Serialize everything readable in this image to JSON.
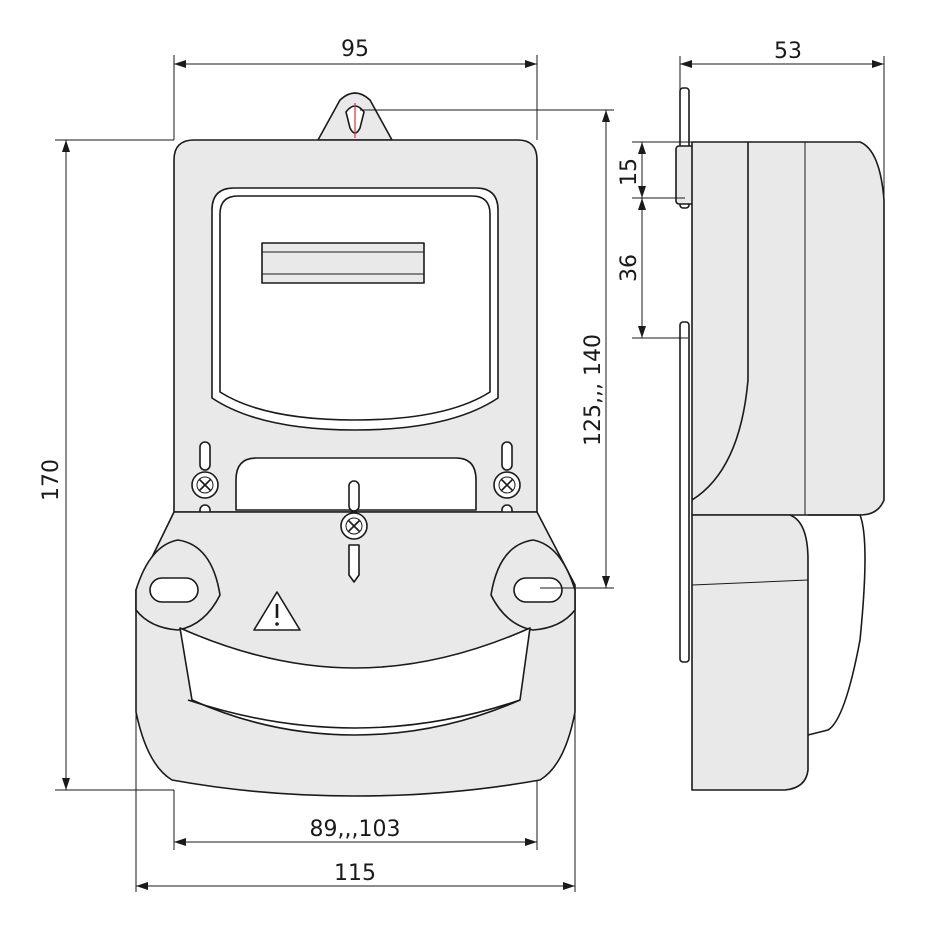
{
  "dimensions": {
    "front_width_top": "95",
    "front_height": "170",
    "mount_height": "125,,, 140",
    "terminal_spacing": "89,,,103",
    "bottom_width": "115",
    "side_depth": "53",
    "side_upper": "15",
    "side_lower": "36"
  },
  "colors": {
    "line": "#1a1a1a",
    "body_fill": "#e9e9e9",
    "accent_mark": "#e0303a"
  },
  "icons": {
    "warning": "warning-triangle-icon",
    "screw": "phillips-screw-icon"
  }
}
